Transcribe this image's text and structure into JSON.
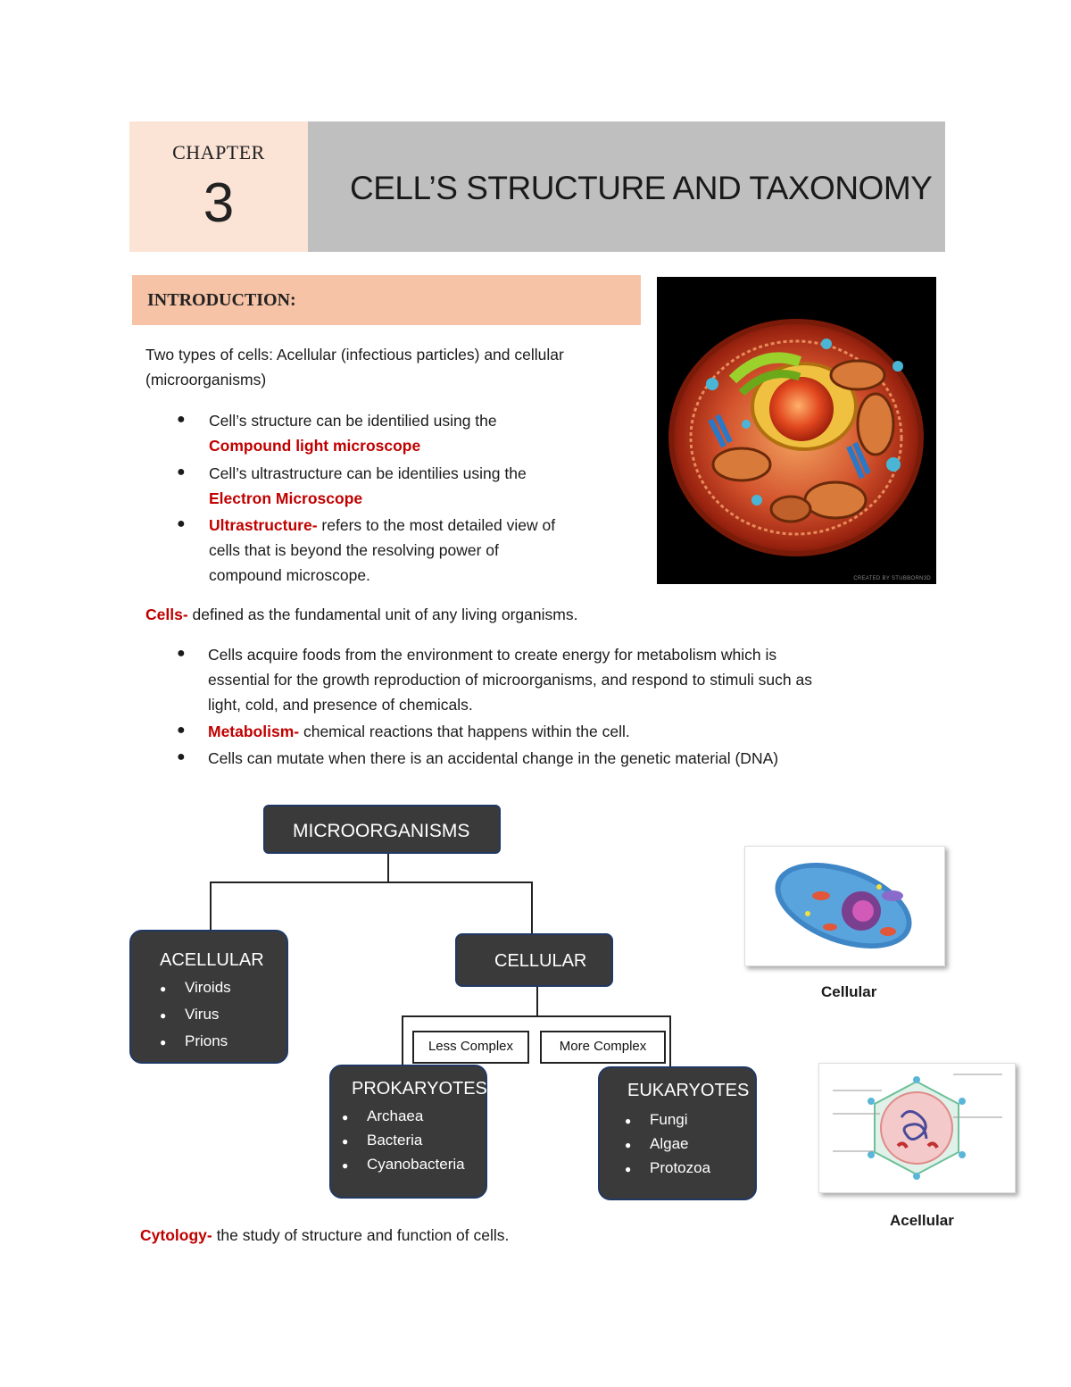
{
  "chapter": {
    "word": "CHAPTER",
    "number": "3",
    "title": "CELL’S STRUCTURE AND TAXONOMY"
  },
  "intro": {
    "heading": "INTRODUCTION:",
    "para_line1": "Two types of cells: Acellular (infectious particles) and cellular",
    "para_line2": "(microorganisms)",
    "bullets": [
      {
        "line1": "Cell’s structure can be identilied using the",
        "line2_red": "Compound light microscope"
      },
      {
        "line1": "Cell’s ultrastructure can be identilies using the",
        "line2_red": "Electron Microscope"
      },
      {
        "red": "Ultrastructure-",
        "line1_rest": " refers to the most detailed view of",
        "line2": "cells that is beyond the resolving power of",
        "line3": "compound microscope."
      }
    ]
  },
  "cell_image": {
    "credit": "CREATED BY STUBBORN3D"
  },
  "cells": {
    "term": "Cells-",
    "definition": " defined as the fundamental unit of any living organisms.",
    "bullets": [
      {
        "line1": "Cells acquire foods from the environment to create energy for metabolism which is",
        "line2": "essential for the growth reproduction of microorganisms, and respond to stimuli such as",
        "line3": "light, cold, and presence of chemicals."
      },
      {
        "red": "Metabolism-",
        "rest": " chemical reactions that happens within the cell."
      },
      {
        "text": "Cells can mutate when there is an accidental change in the genetic material (DNA)"
      }
    ]
  },
  "diagram": {
    "root": "MICROORGANISMS",
    "acellular": {
      "title": "ACELLULAR",
      "items": [
        "Viroids",
        "Virus",
        "Prions"
      ]
    },
    "cellular": {
      "title": "CELLULAR"
    },
    "less_complex": "Less Complex",
    "more_complex": "More Complex",
    "prokaryotes": {
      "title": "PROKARYOTES",
      "items": [
        "Archaea",
        "Bacteria",
        "Cyanobacteria"
      ]
    },
    "eukaryotes": {
      "title": "EUKARYOTES",
      "items": [
        "Fungi",
        "Algae",
        "Protozoa"
      ]
    }
  },
  "thumbnails": {
    "cellular_caption": "Cellular",
    "acellular_caption": "Acellular"
  },
  "cytology": {
    "term": "Cytology-",
    "definition": " the study of structure and function of cells."
  },
  "colors": {
    "accent_red": "#c00000",
    "header_peach": "#fbe3d6",
    "intro_peach": "#f7c3a6",
    "title_gray": "#bfbfbf",
    "box_dark": "#3a3a3a",
    "box_border": "#203864"
  }
}
